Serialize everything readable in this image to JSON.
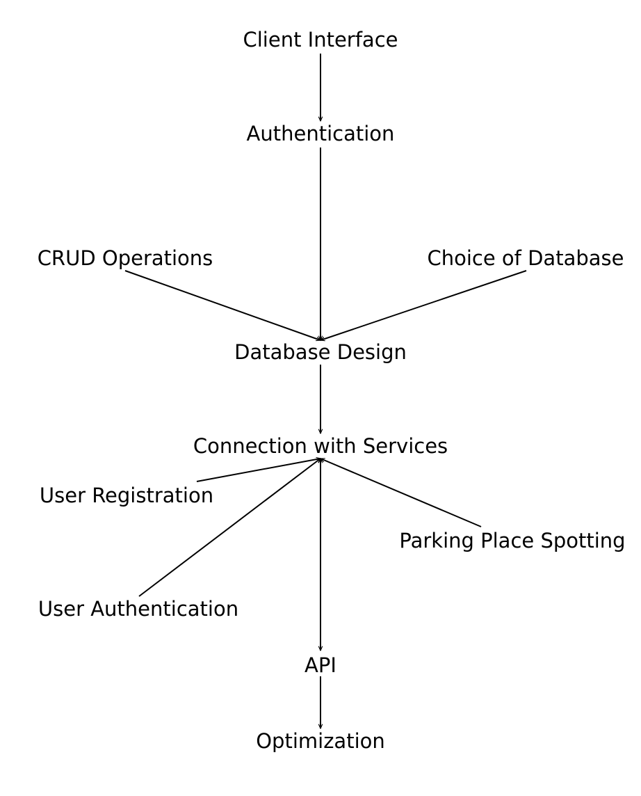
{
  "nodes": {
    "client_interface": "Client Interface",
    "authentication": "Authentication",
    "crud_operations": "CRUD Operations",
    "choice_of_database": "Choice of Database",
    "database_design": "Database Design",
    "connection_with_services": "Connection with Services",
    "user_registration": "User Registration",
    "parking_place_spotting": "Parking Place Spotting",
    "user_authentication": "User Authentication",
    "api": "API",
    "optimization": "Optimization"
  },
  "colors": {
    "ink": "#000000",
    "background": "#ffffff"
  }
}
